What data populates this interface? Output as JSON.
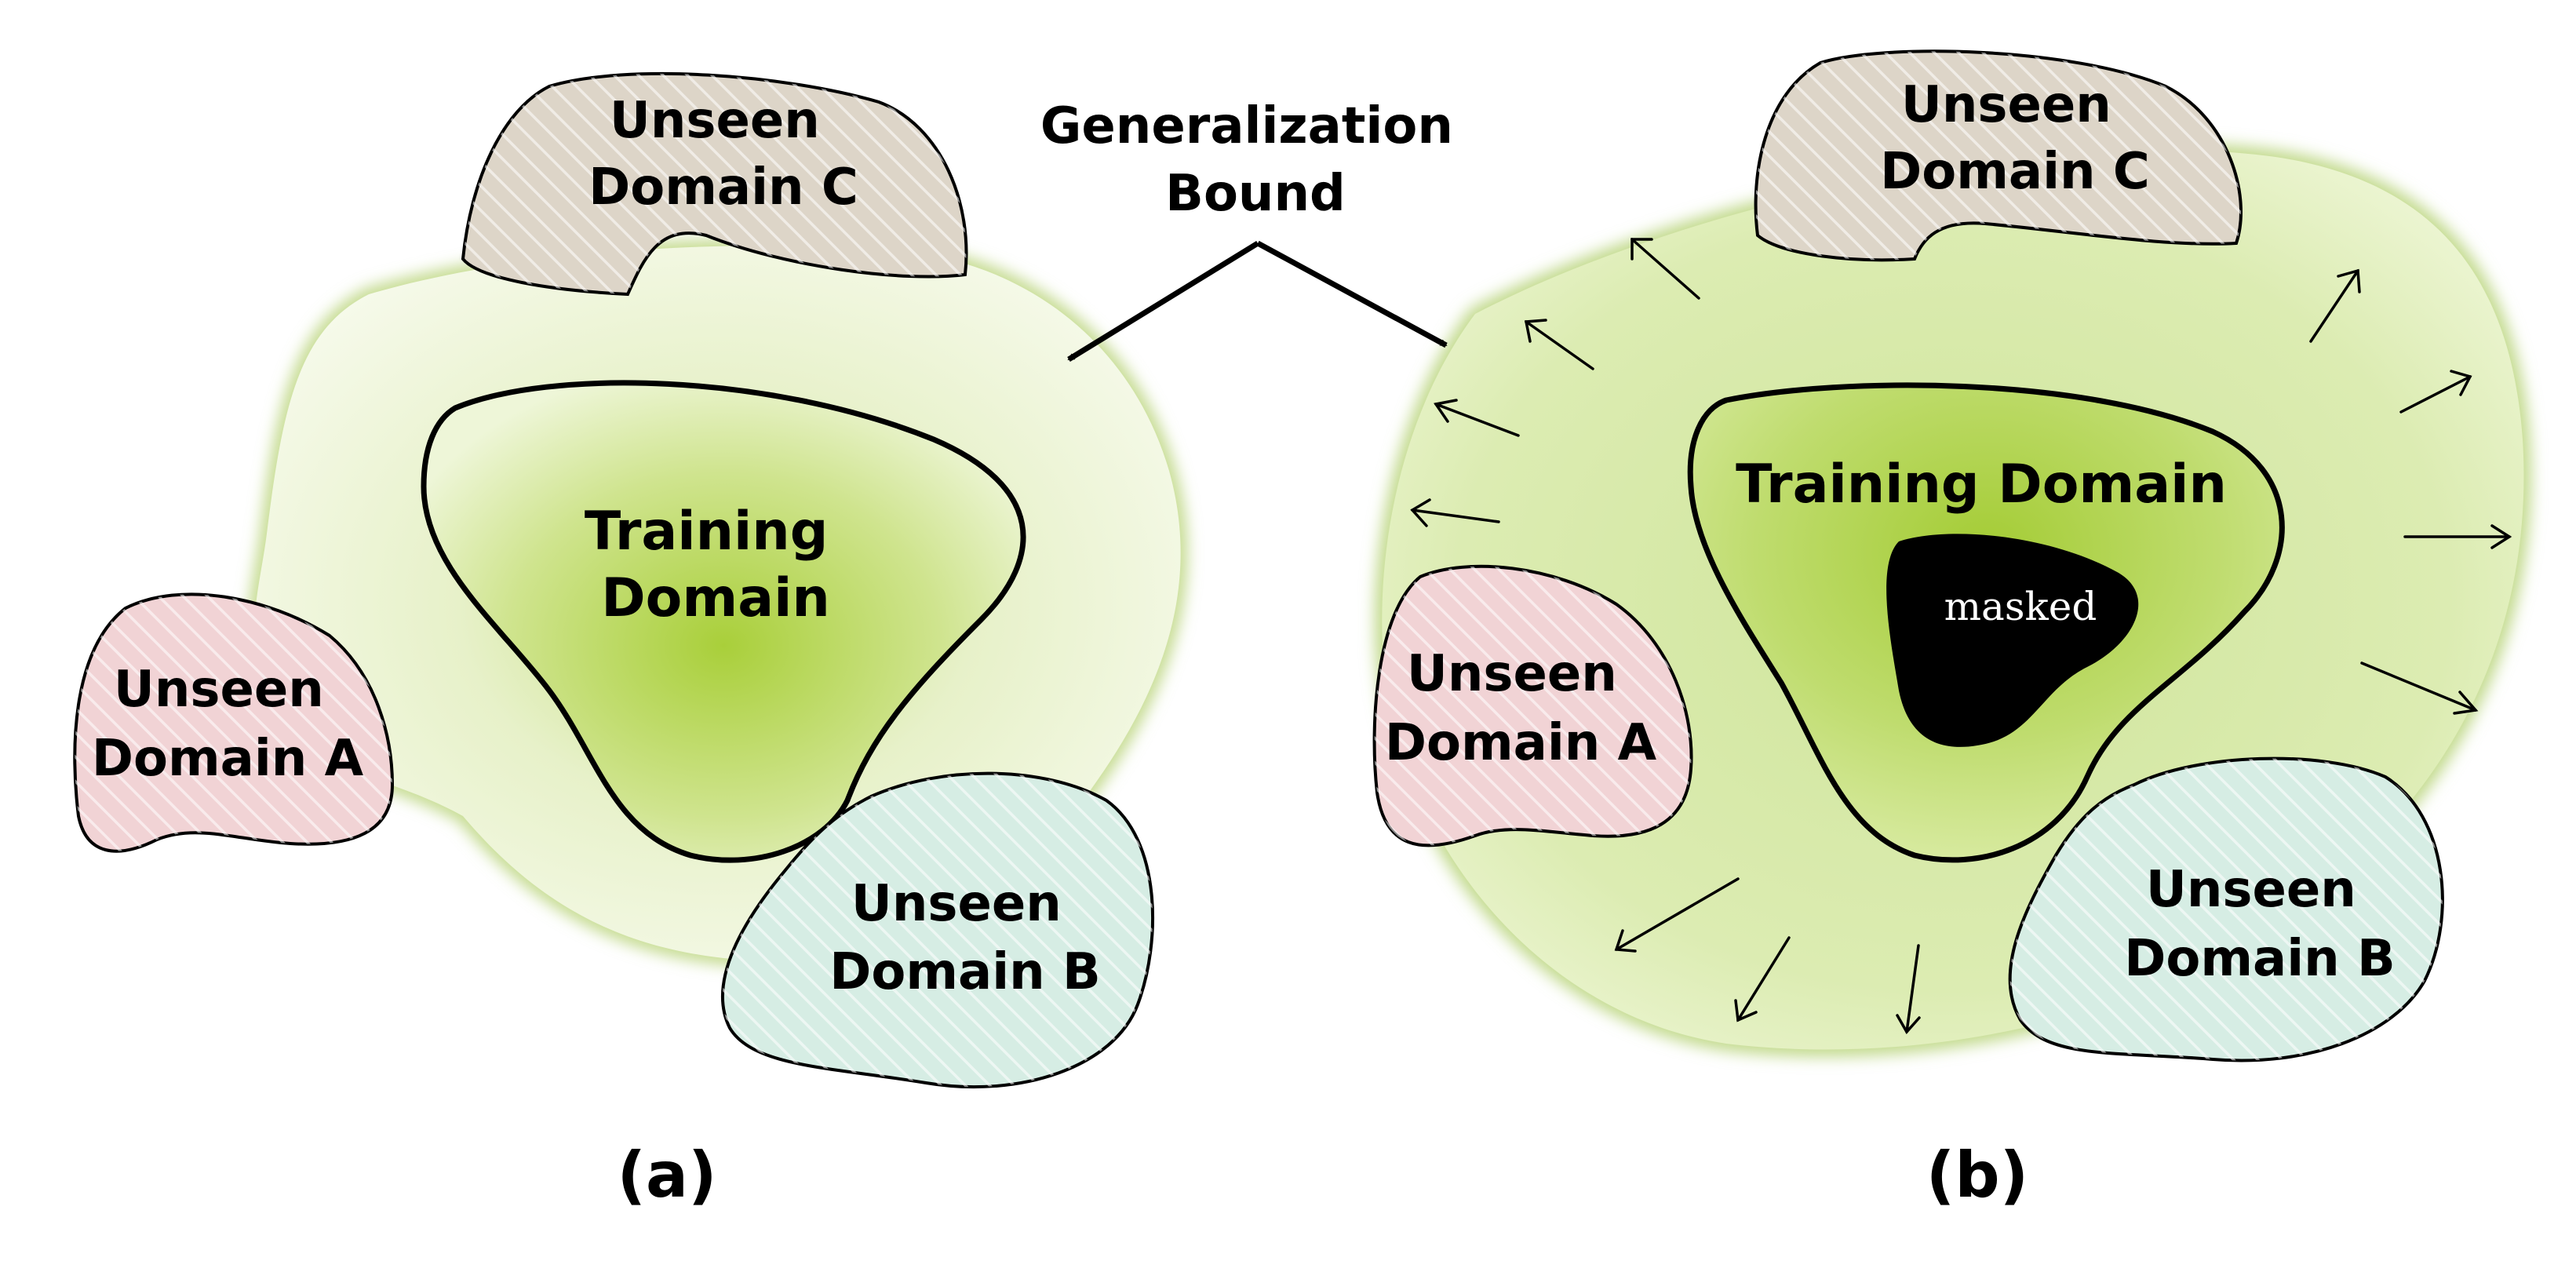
{
  "figure": {
    "annotation": {
      "line1": "Generalization",
      "line2": "Bound"
    },
    "panel_a": {
      "caption": "(a)",
      "training": {
        "line1": "Training",
        "line2": "Domain"
      },
      "unseen_c": {
        "line1": "Unseen",
        "line2": "Domain C"
      },
      "unseen_a": {
        "line1": "Unseen",
        "line2": "Domain A"
      },
      "unseen_b": {
        "line1": "Unseen",
        "line2": "Domain B"
      }
    },
    "panel_b": {
      "caption": "(b)",
      "training": "Training Domain",
      "masked": "masked",
      "unseen_c": {
        "line1": "Unseen",
        "line2": "Domain C"
      },
      "unseen_a": {
        "line1": "Unseen",
        "line2": "Domain A"
      },
      "unseen_b": {
        "line1": "Unseen",
        "line2": "Domain B"
      }
    }
  },
  "colors": {
    "training_core": "#a9cf3a",
    "bound_fill": "#f3f8e4",
    "bound_edge": "#c6dc95",
    "domain_c": "#ddd5c8",
    "domain_a": "#f1d3d5",
    "domain_b": "#d6ede4",
    "outline": "#000000",
    "masked_fill": "#000000"
  }
}
